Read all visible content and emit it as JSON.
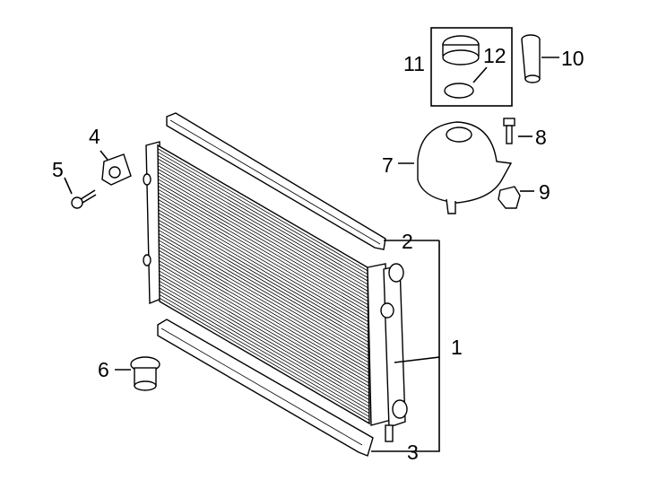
{
  "callouts": [
    {
      "id": "c1",
      "label": "1"
    },
    {
      "id": "c2",
      "label": "2"
    },
    {
      "id": "c3",
      "label": "3"
    },
    {
      "id": "c4",
      "label": "4"
    },
    {
      "id": "c5",
      "label": "5"
    },
    {
      "id": "c6",
      "label": "6"
    },
    {
      "id": "c7",
      "label": "7"
    },
    {
      "id": "c8",
      "label": "8"
    },
    {
      "id": "c9",
      "label": "9"
    },
    {
      "id": "c10",
      "label": "10"
    },
    {
      "id": "c11",
      "label": "11"
    },
    {
      "id": "c12",
      "label": "12"
    }
  ],
  "parts": {
    "radiator": "radiator",
    "upper_seal": "upper-air-seal",
    "lower_seal": "lower-air-seal",
    "bracket": "mount-bracket",
    "bolt": "mount-bolt",
    "drain_plug": "drain-plug",
    "reservoir": "coolant-reservoir",
    "screw": "reservoir-screw",
    "nut": "reservoir-nut",
    "hose": "hose-sleeve",
    "cap": "reservoir-cap",
    "o_ring": "cap-o-ring"
  },
  "colors": {
    "line": "#000000",
    "background": "#ffffff"
  }
}
